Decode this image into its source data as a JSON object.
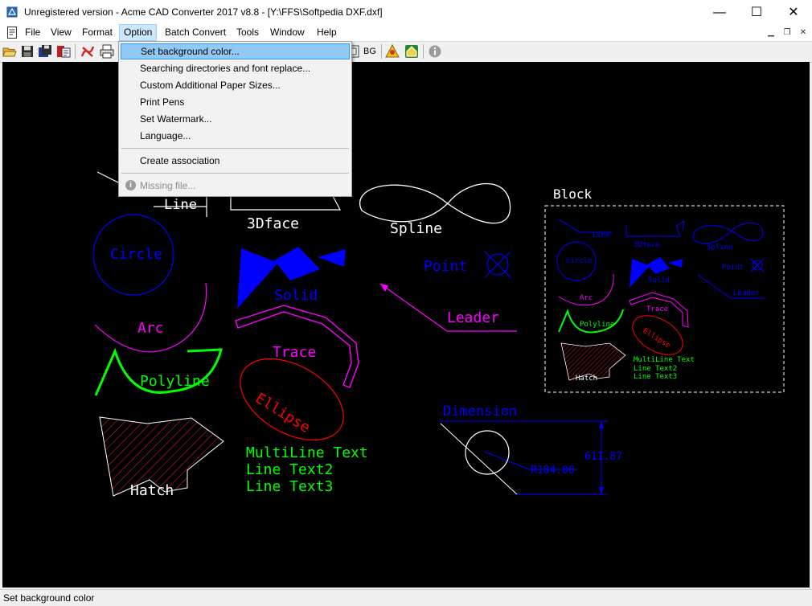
{
  "window": {
    "title": "Unregistered version - Acme CAD Converter 2017 v8.8 - [Y:\\FFS\\Softpedia DXF.dxf]",
    "minimize_glyph": "—",
    "maximize_glyph": "☐",
    "close_glyph": "✕"
  },
  "menu": {
    "file": "File",
    "view": "View",
    "format": "Format",
    "option": "Option",
    "batch_convert": "Batch Convert",
    "tools": "Tools",
    "window": "Window",
    "help": "Help"
  },
  "toolbar": {
    "bg_label": "BG",
    "bg_label_2": "BG"
  },
  "option_menu": {
    "items": [
      "Set background color...",
      "Searching directories and font replace...",
      "Custom Additional Paper Sizes...",
      "Print Pens",
      "Set Watermark...",
      "Language..."
    ],
    "create_association": "Create association",
    "missing_file": "Missing file..."
  },
  "drawing": {
    "line": "Line",
    "face3d": "3Dface",
    "spline": "Spline",
    "circle": "Circle",
    "solid": "Solid",
    "point": "Point",
    "arc": "Arc",
    "leader": "Leader",
    "trace": "Trace",
    "polyline": "Polyline",
    "ellipse": "Ellipse",
    "hatch": "Hatch",
    "multiline": [
      "MultiLine Text",
      "Line Text2",
      "Line Text3"
    ],
    "dimension": "Dimension",
    "dim_vertical": "611.87",
    "dim_radius": "R184.06",
    "block": "Block",
    "colors": {
      "white": "#ffffff",
      "blue": "#0000ff",
      "magenta": "#ff00ff",
      "green": "#00ff00",
      "red": "#ff0000"
    }
  },
  "status": {
    "text": "Set background color"
  }
}
